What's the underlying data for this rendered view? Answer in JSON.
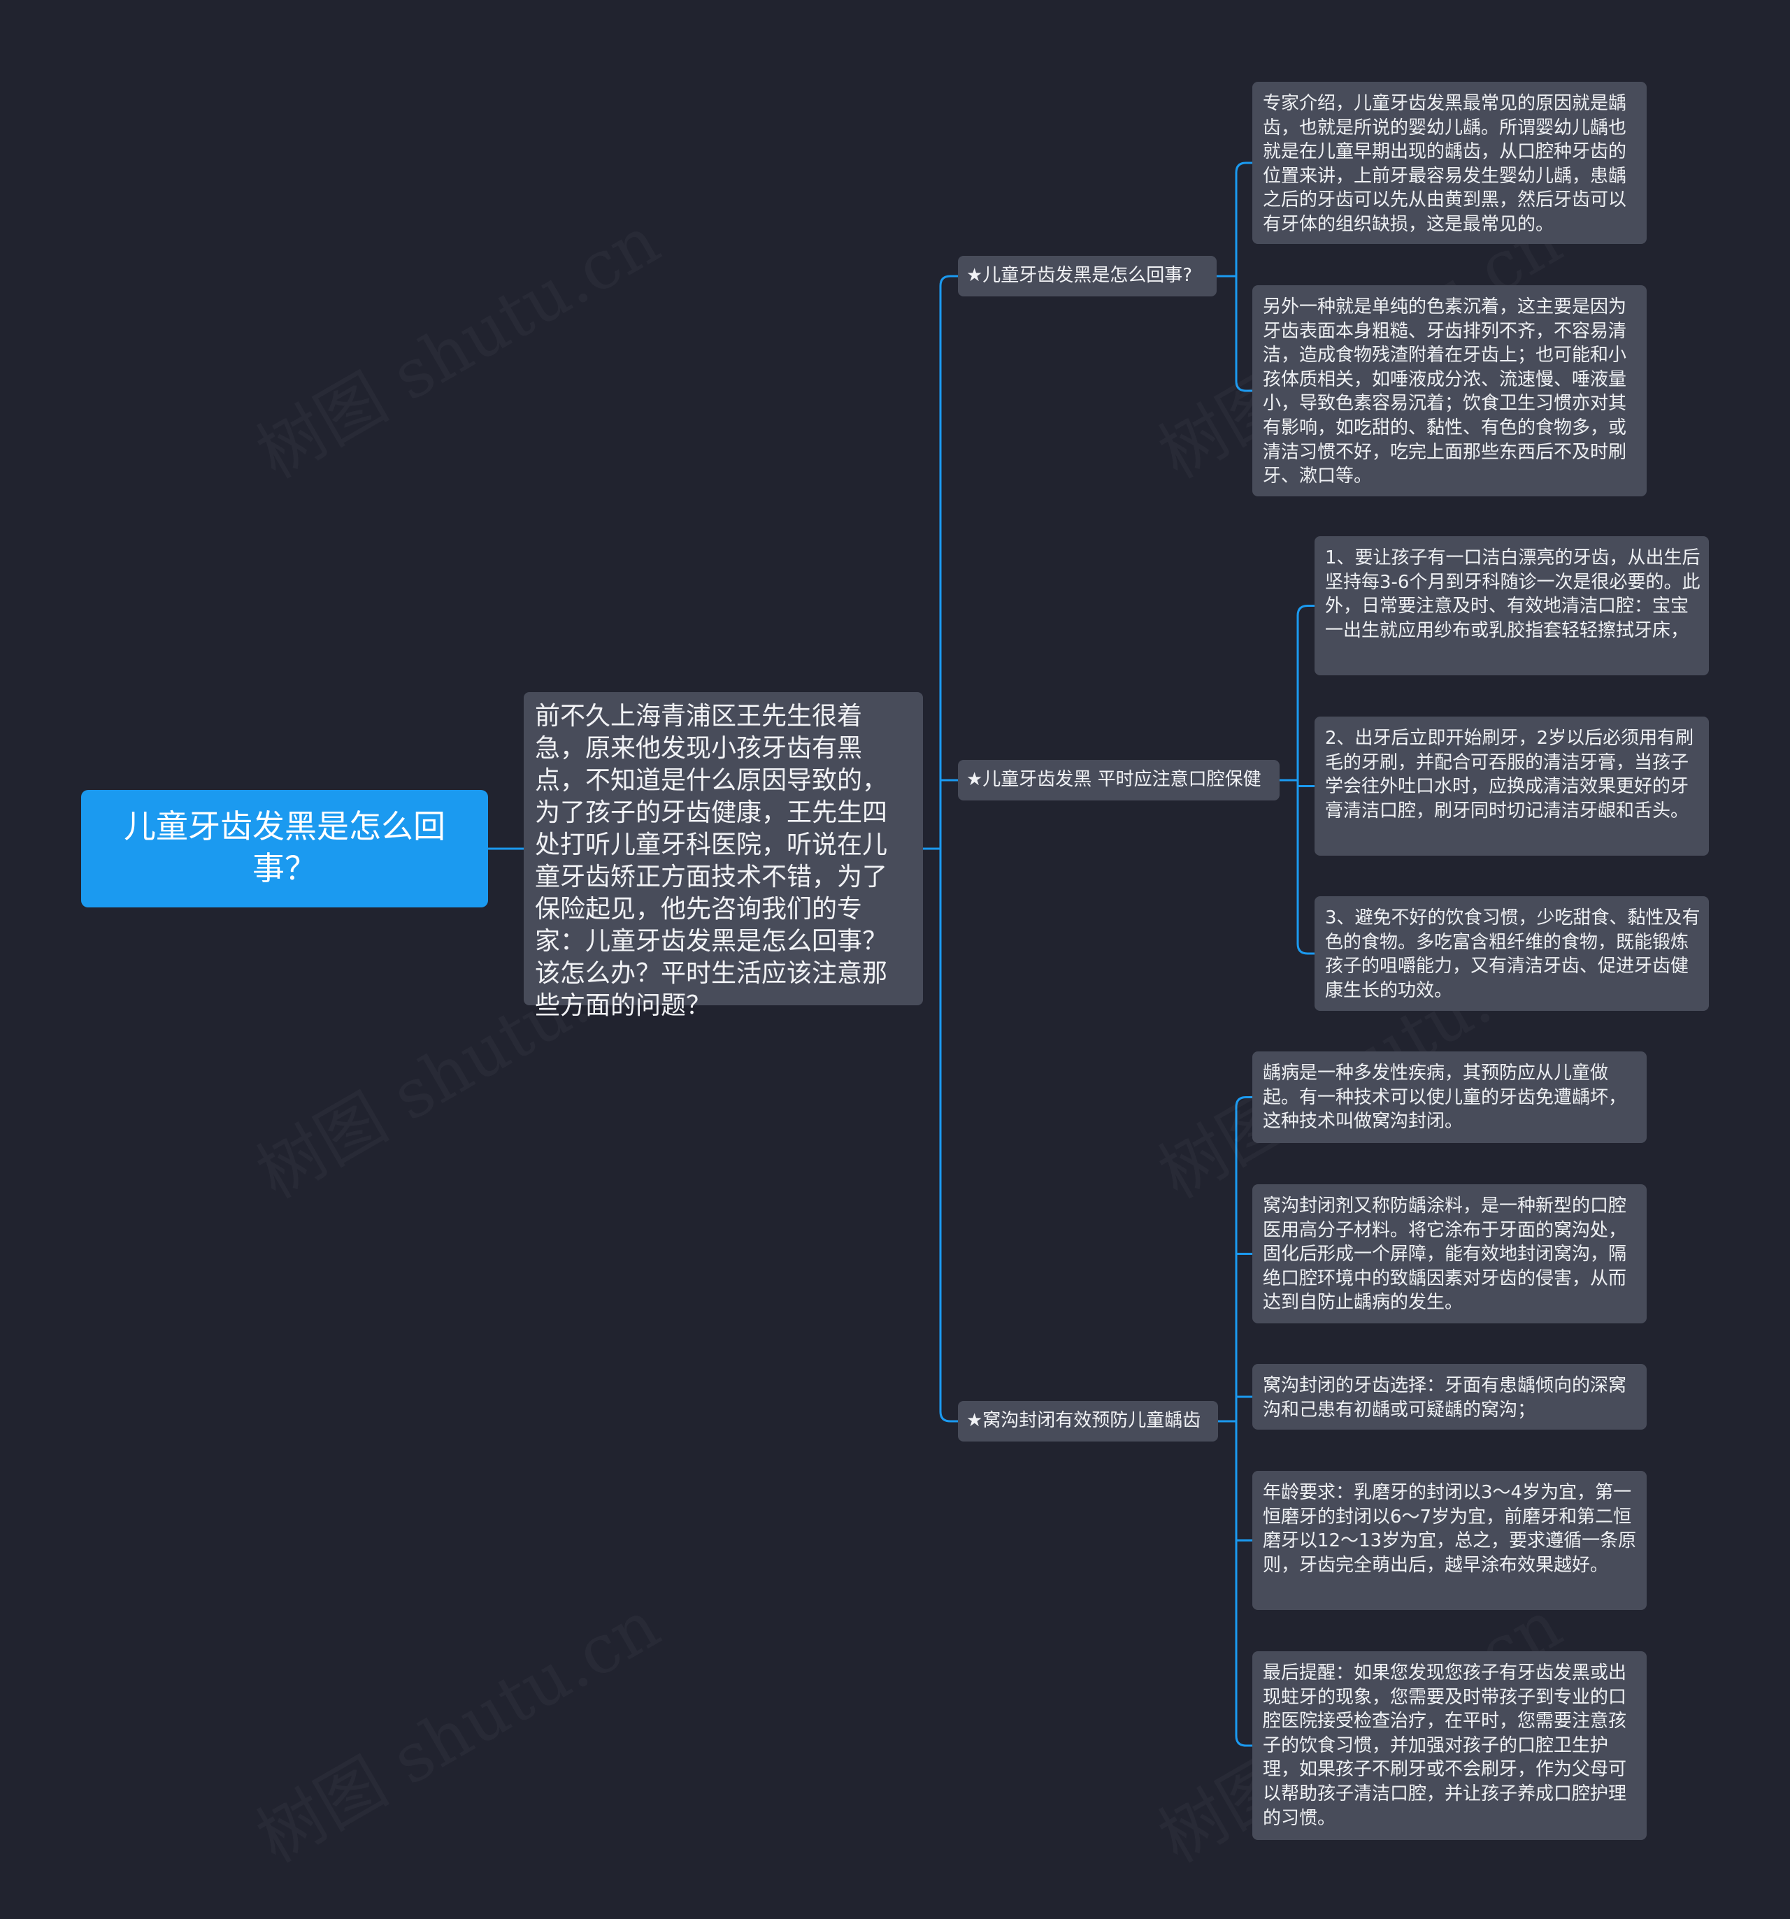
{
  "root": {
    "label": "儿童牙齿发黑是怎么回事？"
  },
  "intro": {
    "text": "前不久上海青浦区王先生很着急，原来他发现小孩牙齿有黑点，不知道是什么原因导致的，为了孩子的牙齿健康，王先生四处打听儿童牙科医院，听说在儿童牙齿矫正方面技术不错，为了保险起见，他先咨询我们的专家：儿童牙齿发黑是怎么回事？该怎么办？平时生活应该注意那些方面的问题？"
  },
  "branches": [
    {
      "label": "★儿童牙齿发黑是怎么回事?",
      "leaves": [
        "专家介绍，儿童牙齿发黑最常见的原因就是龋齿，也就是所说的婴幼儿龋。所谓婴幼儿龋也就是在儿童早期出现的龋齿，从口腔种牙齿的位置来讲，上前牙最容易发生婴幼儿龋，患龋之后的牙齿可以先从由黄到黑，然后牙齿可以有牙体的组织缺损，这是最常见的。",
        "另外一种就是单纯的色素沉着，这主要是因为牙齿表面本身粗糙、牙齿排列不齐，不容易清洁，造成食物残渣附着在牙齿上；也可能和小孩体质相关，如唾液成分浓、流速慢、唾液量小，导致色素容易沉着；饮食卫生习惯亦对其有影响，如吃甜的、黏性、有色的食物多，或清洁习惯不好，吃完上面那些东西后不及时刷牙、漱口等。"
      ]
    },
    {
      "label": "★儿童牙齿发黑 平时应注意口腔保健",
      "leaves": [
        "1、要让孩子有一口洁白漂亮的牙齿，从出生后坚持每3-6个月到牙科随诊一次是很必要的。此外，日常要注意及时、有效地清洁口腔：宝宝一出生就应用纱布或乳胶指套轻轻擦拭牙床，",
        "2、出牙后立即开始刷牙，2岁以后必须用有刷毛的牙刷，并配合可吞服的清洁牙膏，当孩子学会往外吐口水时，应换成清洁效果更好的牙膏清洁口腔，刷牙同时切记清洁牙龈和舌头。",
        "3、避免不好的饮食习惯，少吃甜食、黏性及有色的食物。多吃富含粗纤维的食物，既能锻炼孩子的咀嚼能力，又有清洁牙齿、促进牙齿健康生长的功效。"
      ]
    },
    {
      "label": "★窝沟封闭有效预防儿童龋齿",
      "leaves": [
        "龋病是一种多发性疾病，其预防应从儿童做起。有一种技术可以使儿童的牙齿免遭龋坏，这种技术叫做窝沟封闭。",
        "窝沟封闭剂又称防龋涂料，是一种新型的口腔医用高分子材料。将它涂布于牙面的窝沟处，固化后形成一个屏障，能有效地封闭窝沟，隔绝口腔环境中的致龋因素对牙齿的侵害，从而达到自防止龋病的发生。",
        "窝沟封闭的牙齿选择：牙面有患龋倾向的深窝沟和己患有初龋或可疑龋的窝沟；",
        "年龄要求：乳磨牙的封闭以3～4岁为宜，第一恒磨牙的封闭以6～7岁为宜，前磨牙和第二恒磨牙以12～13岁为宜，总之，要求遵循一条原则，牙齿完全萌出后，越早涂布效果越好。",
        "最后提醒：如果您发现您孩子有牙齿发黑或出现蛀牙的现象，您需要及时带孩子到专业的口腔医院接受检查治疗，在平时，您需要注意孩子的饮食习惯，并加强对孩子的口腔卫生护理，如果孩子不刷牙或不会刷牙，作为父母可以帮助孩子清洁口腔，并让孩子养成口腔护理的习惯。"
      ]
    }
  ],
  "watermark": "树图 shutu.cn",
  "colors": {
    "background": "#21232f",
    "node": "#484c5a",
    "root": "#1b9af0",
    "connector": "#1b9af0"
  }
}
